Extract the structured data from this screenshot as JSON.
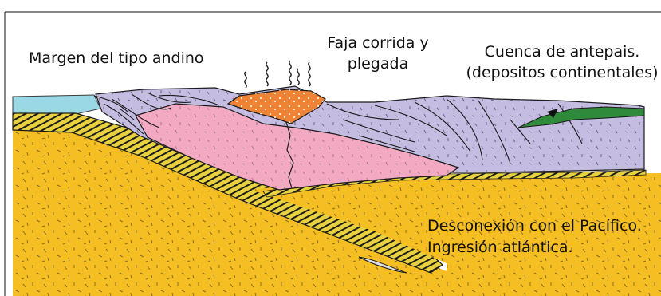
{
  "labels": {
    "margin": "Margen del tipo andino",
    "fold_belt": [
      "Faja corrida y",
      "plegada"
    ],
    "foreland_basin": [
      "Cuenca de antepais.",
      "(depositos continentales)"
    ],
    "disconnection": [
      "Desconexión con el Pacífico.",
      "Ingresión atlántica."
    ]
  },
  "colors": {
    "ocean": "#9bd8e6",
    "oceanic_plate": "#f5be22",
    "plate_crust_stripes": "#e8d13e",
    "arc_pluton": "#f4a9c2",
    "continental_crust": "#c5bce2",
    "volcanic_arc": "#ee8235",
    "foreland_sediments": "#2f8a3c",
    "outline": "#1a1a1a"
  },
  "icons": [
    "volcanic-fume-icon"
  ]
}
